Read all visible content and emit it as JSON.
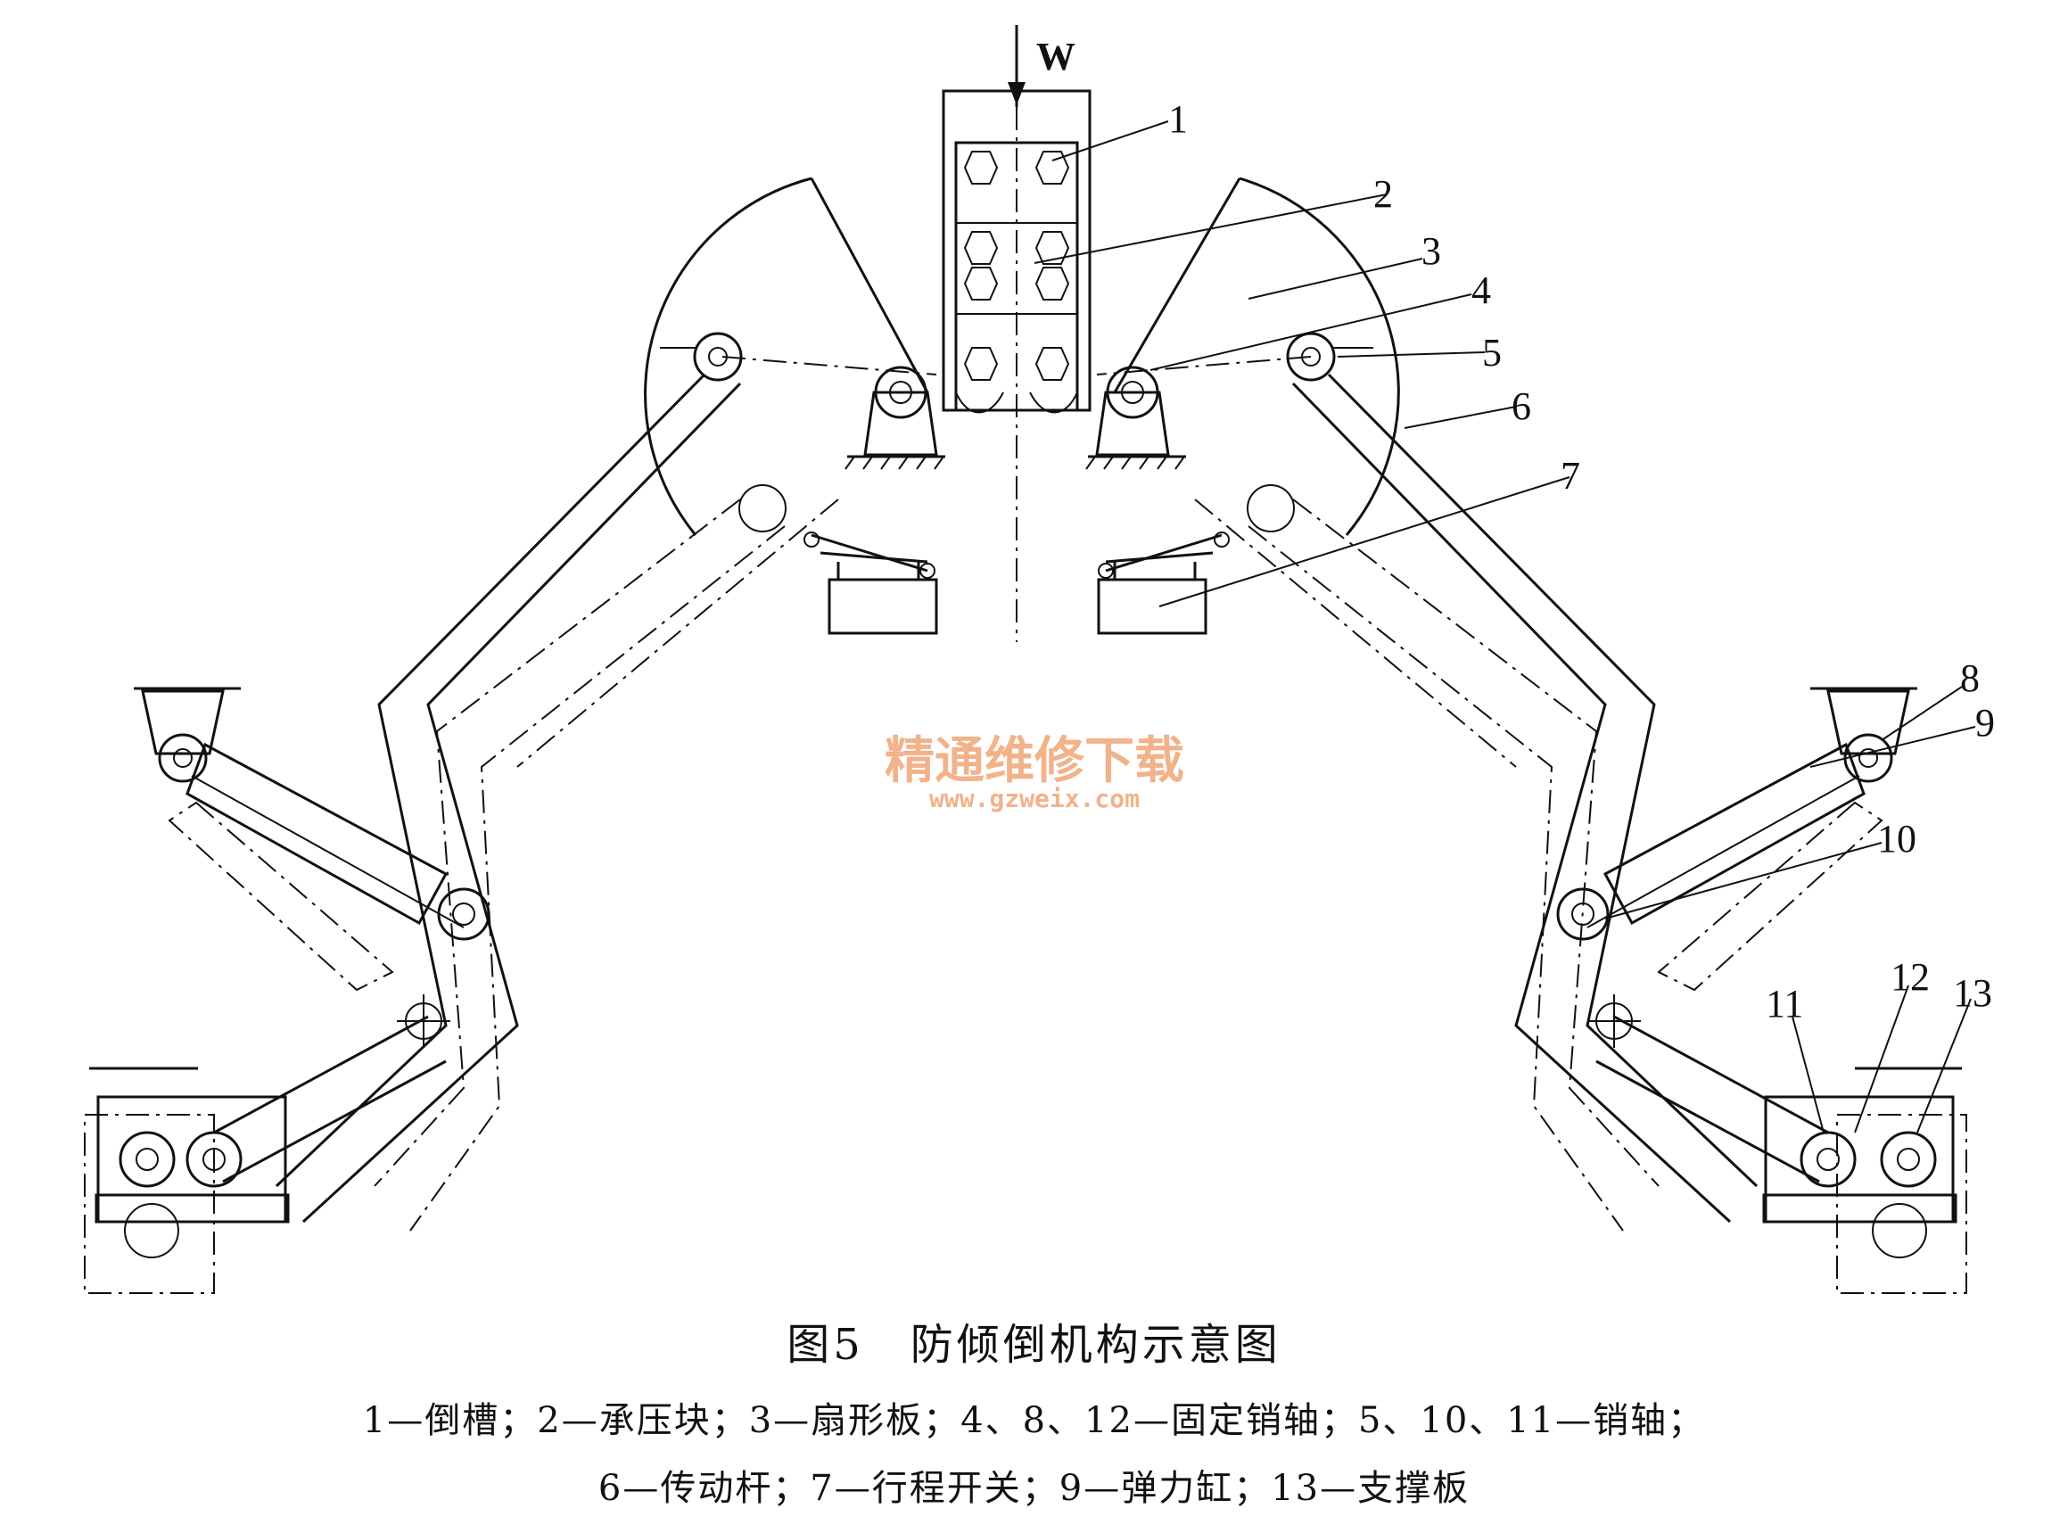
{
  "load_label": "W",
  "callouts": [
    "1",
    "2",
    "3",
    "4",
    "5",
    "6",
    "7",
    "8",
    "9",
    "10",
    "11",
    "12",
    "13"
  ],
  "watermark": {
    "cn": "精通维修下载",
    "url": "www.gzweix.com"
  },
  "caption": {
    "title": "图5　防倾倒机构示意图",
    "legend_line1": "1—倒槽；2—承压块；3—扇形板；4、8、12—固定销轴；5、10、11—销轴；",
    "legend_line2": "6—传动杆；7—行程开关；9—弹力缸；13—支撑板"
  },
  "colors": {
    "ink": "#111111",
    "watermark": "#f2b28a"
  }
}
